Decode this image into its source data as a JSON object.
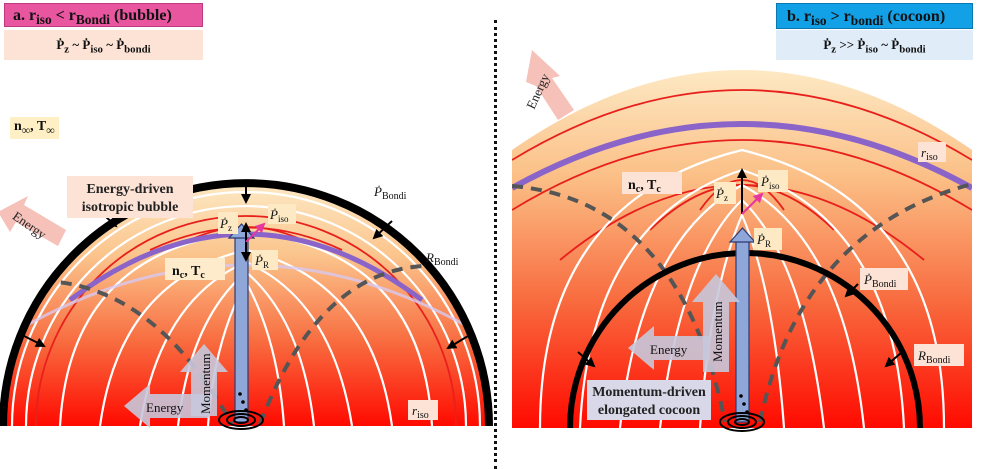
{
  "panel_a": {
    "title": "a. riso < rBondi (bubble)",
    "title_parts": [
      "a. r",
      "iso",
      " < r",
      "Bondi",
      " (bubble)"
    ],
    "equation_parts": [
      "Ṗ",
      "z",
      " ~ Ṗ",
      "iso",
      " ~ Ṗ",
      "bondi"
    ],
    "background_label": [
      "n",
      "∞",
      ", T",
      "∞"
    ],
    "region_label": [
      "n",
      "c",
      ", T",
      "c"
    ],
    "bubble_label_line1": "Energy-driven",
    "bubble_label_line2": "isotropic bubble",
    "arrow_energy_top": "Energy",
    "arrow_energy_bottom": "Energy",
    "arrow_momentum": "Momentum",
    "p_bondi": [
      "Ṗ",
      "Bondi"
    ],
    "r_bondi": [
      "R",
      "Bondi"
    ],
    "r_iso": [
      "r",
      "iso"
    ],
    "p_z": [
      "Ṗ",
      "z"
    ],
    "p_iso": [
      "Ṗ",
      "iso"
    ],
    "p_r": [
      "Ṗ",
      "R"
    ]
  },
  "panel_b": {
    "title": "b. riso > rbondi (cocoon)",
    "title_parts": [
      "b. r",
      "iso",
      " > r",
      "bondi",
      " (cocoon)"
    ],
    "equation_parts": [
      "Ṗ",
      "z",
      " >> Ṗ",
      "iso",
      " ~ Ṗ",
      "bondi"
    ],
    "region_label": [
      "n",
      "c",
      ", T",
      "c"
    ],
    "cocoon_label_line1": "Momentum-driven",
    "cocoon_label_line2": "elongated cocoon",
    "arrow_energy_top": "Energy",
    "arrow_energy_left": "Energy",
    "arrow_momentum": "Momentum",
    "p_bondi": [
      "Ṗ",
      "Bondi"
    ],
    "r_bondi": [
      "R",
      "Bondi"
    ],
    "r_iso": [
      "r",
      "iso"
    ],
    "p_z": [
      "Ṗ",
      "z"
    ],
    "p_iso": [
      "Ṗ",
      "iso"
    ],
    "p_r": [
      "Ṗ",
      "R"
    ]
  },
  "colors": {
    "gradient_top": "#fde6c0",
    "gradient_mid": "#f98050",
    "gradient_bottom": "#ff0000",
    "bondi_front": "#000000",
    "iso_front": "#8a64c8",
    "field_lines": "#ffffff",
    "red_contours": "#e8201c",
    "dashed": "#555555",
    "jet": "#8fa6d8",
    "label_bg": "#fde3d6",
    "energy_arrow": "#f2b1a8",
    "momentum_arrow": "#c6c8dc",
    "title_a_bg": "#e8569f",
    "title_b_bg": "#12a0e6"
  }
}
